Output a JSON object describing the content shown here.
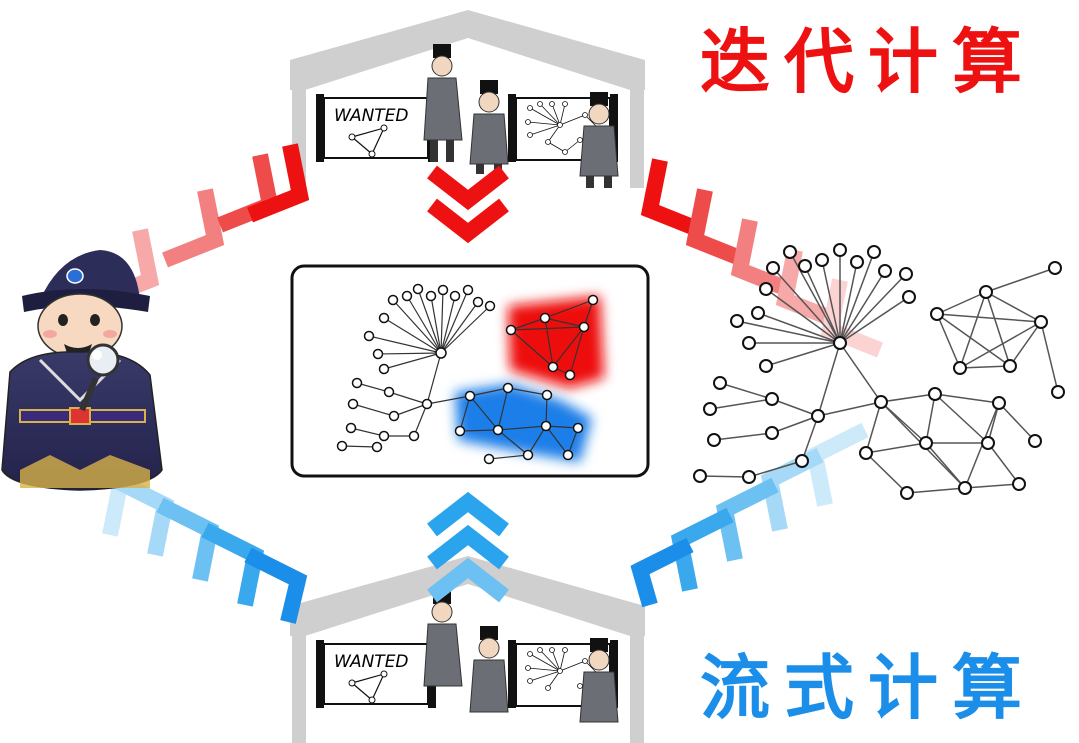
{
  "titles": {
    "iterative": "迭代计算",
    "streaming": "流式计算"
  },
  "signs": {
    "top_wanted": "WANTED",
    "bottom_wanted": "WANTED"
  },
  "colors": {
    "iterative": "#ee1111",
    "iterative_light": "#f6a0a0",
    "streaming": "#1a8ee8",
    "streaming_light": "#8fd0f6",
    "roof": "#cfcfcf",
    "ink": "#111111"
  },
  "icons": {
    "detective": "judge-with-magnifier-icon",
    "guards": "guard-figure-icon",
    "arrows": "chevron-arrow-icon"
  }
}
